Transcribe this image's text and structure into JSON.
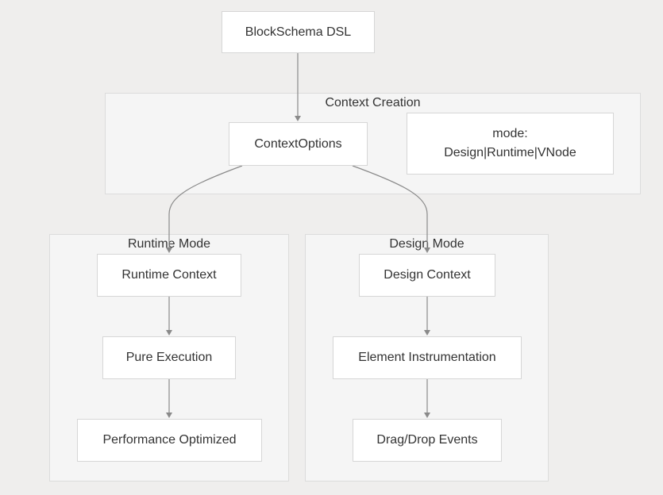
{
  "diagram": {
    "clusters": {
      "context_creation": "Context Creation",
      "runtime_mode": "Runtime Mode",
      "design_mode": "Design Mode"
    },
    "nodes": {
      "blockschema_dsl": "BlockSchema DSL",
      "context_options": "ContextOptions",
      "mode_line1": "mode:",
      "mode_line2": "Design|Runtime|VNode",
      "runtime_context": "Runtime Context",
      "pure_execution": "Pure Execution",
      "performance_optimized": "Performance Optimized",
      "design_context": "Design Context",
      "element_instrumentation": "Element Instrumentation",
      "drag_drop_events": "Drag/Drop Events"
    },
    "colors": {
      "background": "#efeeed",
      "cluster_fill": "#f5f5f5",
      "node_fill": "#ffffff",
      "edge": "#8a8a8a"
    }
  }
}
